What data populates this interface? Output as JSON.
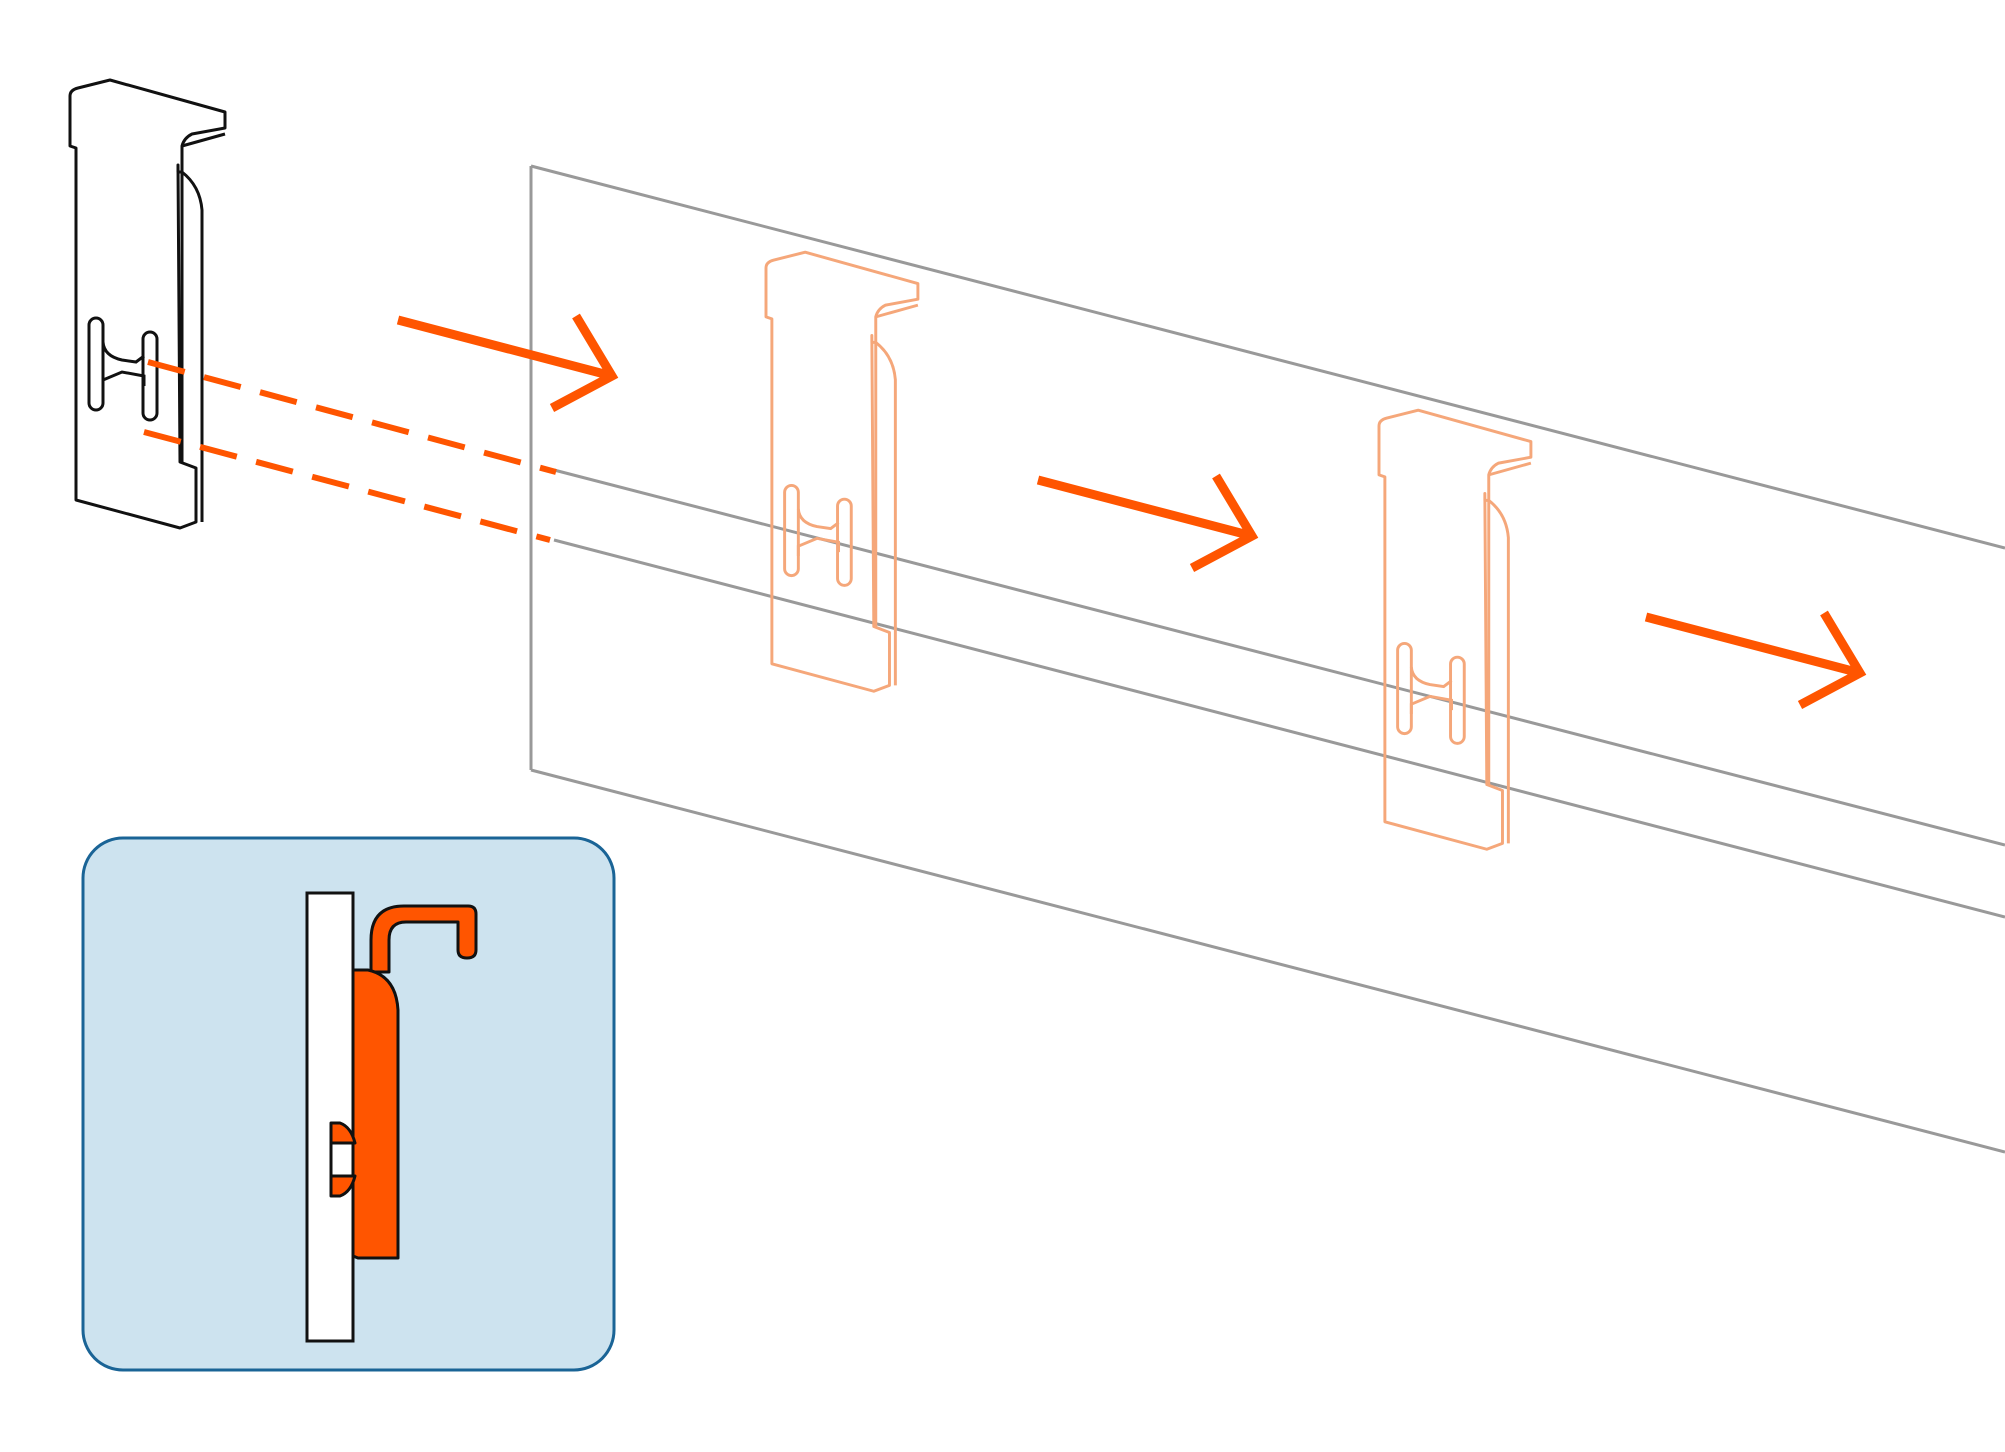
{
  "diagram": {
    "type": "installation-instruction",
    "steps": [
      {
        "name": "slide-clip-along-rail",
        "count": 3
      }
    ],
    "clips_on_rail": 2,
    "detail_inset": "side-section-of-clip-hooked-on-rail"
  },
  "colors": {
    "outline": "#111111",
    "accent": "#ff5500",
    "ghost_clip": "#f5a77a",
    "rail": "#999999",
    "inset_bg": "#cde3ef",
    "inset_border": "#1a6496",
    "white": "#ffffff"
  },
  "icons": {
    "direction_arrow": "arrow-right-icon",
    "clip": "mounting-clip-icon"
  }
}
